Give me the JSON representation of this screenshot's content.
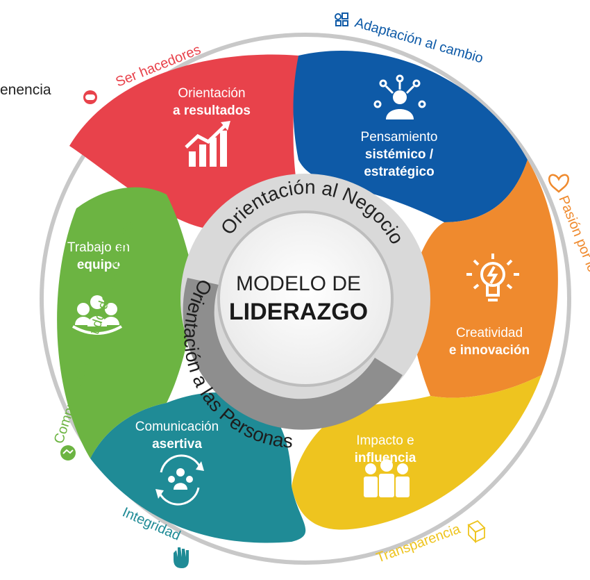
{
  "corner_text": "enencia",
  "center": {
    "line1": "MODELO DE",
    "line2": "LIDERAZGO"
  },
  "ring": {
    "top": "Orientación al Negocio",
    "bottom": "Orientación a las Personas"
  },
  "petals": [
    {
      "id": "resultados",
      "line1": "Orientación",
      "line2": "a resultados",
      "color": "#e8424b",
      "icon": "growth-chart-icon"
    },
    {
      "id": "sistemico",
      "line1": "Pensamiento",
      "line2": "sistémico /",
      "line3": "estratégico",
      "color": "#0e5aa7",
      "icon": "network-person-icon"
    },
    {
      "id": "creatividad",
      "line1": "Creatividad",
      "line2": "e innovación",
      "color": "#ef8a2e",
      "icon": "lightbulb-icon"
    },
    {
      "id": "impacto",
      "line1": "Impacto e",
      "line2": "influencia",
      "color": "#eec41f",
      "icon": "team-leader-icon"
    },
    {
      "id": "comunicacion",
      "line1": "Comunicación",
      "line2": "asertiva",
      "color": "#1f8b96",
      "icon": "communication-cycle-icon"
    },
    {
      "id": "trabajo",
      "line1": "Trabajo en",
      "line2": "equipo",
      "color": "#6cb442",
      "icon": "team-group-icon"
    }
  ],
  "values": [
    {
      "text": "Ser hacedores",
      "color": "#e8424b",
      "icon": "pill-icon"
    },
    {
      "text": "Adaptación al cambio",
      "color": "#0e5aa7",
      "icon": "shapes-icon"
    },
    {
      "text": "Pasión por lo que hacemos",
      "color": "#ef8a2e",
      "icon": "heart-icon"
    },
    {
      "text": "Transparencia",
      "color": "#eec41f",
      "icon": "cube-icon"
    },
    {
      "text": "Integridad",
      "color": "#1f8b96",
      "icon": "hand-icon"
    },
    {
      "text": "Compromiso / Sentido de pertenencia",
      "color": "#6cb442",
      "icon": "handshake-icon"
    }
  ]
}
